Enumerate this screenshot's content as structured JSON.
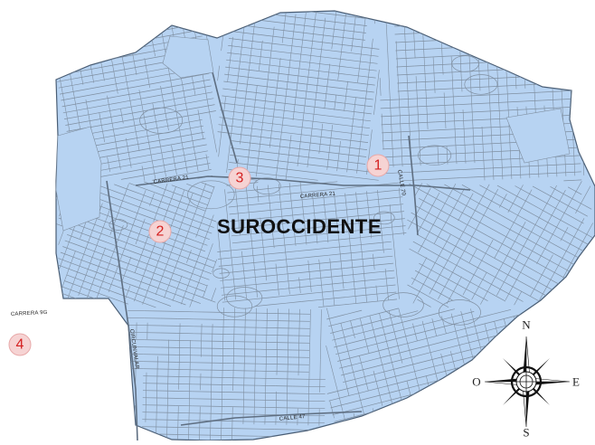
{
  "map": {
    "district_label": "SUROCCIDENTE",
    "street_labels": {
      "carrera_21_west": "CARRERA 21",
      "carrera_21_east": "CARRERA 21",
      "calle_70": "CALLE 70",
      "carrera_9g": "CARRERA 9G",
      "circunvalar": "CIRCUNVALAR",
      "calle_47": "CALLE 47"
    },
    "markers": [
      {
        "id": "1",
        "label": "1"
      },
      {
        "id": "2",
        "label": "2"
      },
      {
        "id": "3",
        "label": "3"
      },
      {
        "id": "4",
        "label": "4"
      }
    ],
    "compass": {
      "north": "N",
      "south": "S",
      "east": "E",
      "west": "O"
    },
    "colors": {
      "district_fill": "#b7d3f2",
      "street_lines": "#7f8fa1",
      "outline": "#4a5e75",
      "marker_fill": "#f6d3d3",
      "marker_text": "#d42020",
      "background": "#ffffff"
    }
  }
}
